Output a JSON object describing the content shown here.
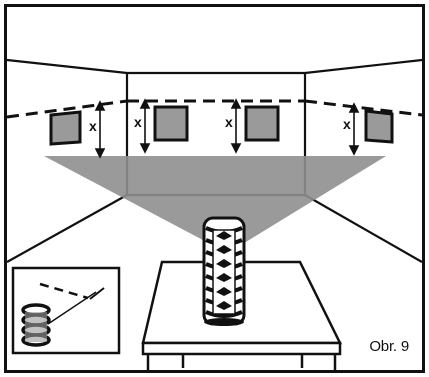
{
  "figure": {
    "caption": "Obr. 9",
    "mark_label": "x",
    "colors": {
      "outline": "#111111",
      "frame_fill": "#9a9a9a",
      "beam_plane": "#8f8f8f",
      "background": "#ffffff"
    },
    "icons": [
      "laser-level-device",
      "picture-frame",
      "table",
      "inset-detail"
    ]
  }
}
